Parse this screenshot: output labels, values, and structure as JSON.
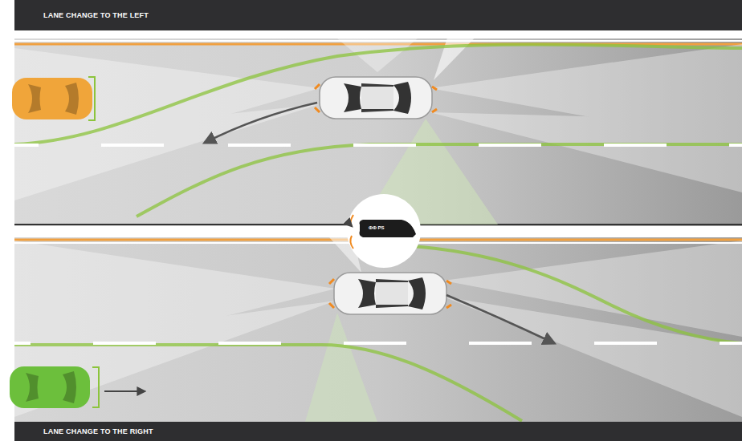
{
  "diagram": {
    "nodes": [
      {
        "text": [
          "LANE CHANGE TO THE LEFT"
        ]
      },
      {
        "text": [
          "LANE CHANGE TO THE RIGHT"
        ]
      }
    ],
    "labels": [
      "ΦΦ PS"
    ]
  }
}
